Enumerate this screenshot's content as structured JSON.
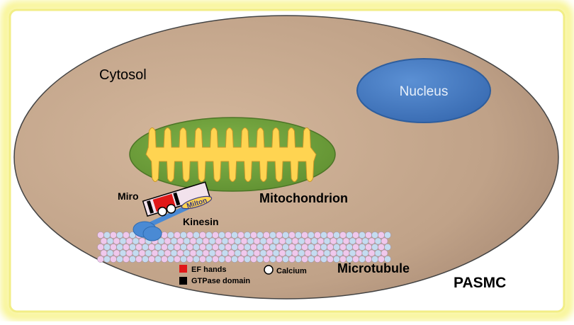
{
  "labels": {
    "cytosol": "Cytosol",
    "nucleus": "Nucleus",
    "mitochondrion": "Mitochondrion",
    "miro": "Miro",
    "milton": "Milton",
    "kinesin": "Kinesin",
    "microtubule": "Microtubule",
    "cell": "PASMC"
  },
  "legend": {
    "ef_hands": "EF hands",
    "gtpase": "GTPase domain",
    "calcium": "Calcium"
  },
  "colors": {
    "frame_glow": "#f7f59a",
    "cell_fill": "#c9ab92",
    "nucleus_fill": "#4a7fc4",
    "mito_outer": "#72a43c",
    "mito_inner": "#ffd451",
    "ef_hand": "#e01818",
    "gtpase": "#000000",
    "kinesin": "#4a8ad4",
    "tubulin_a": "#f0c8ec",
    "tubulin_b": "#c4dcf0"
  }
}
